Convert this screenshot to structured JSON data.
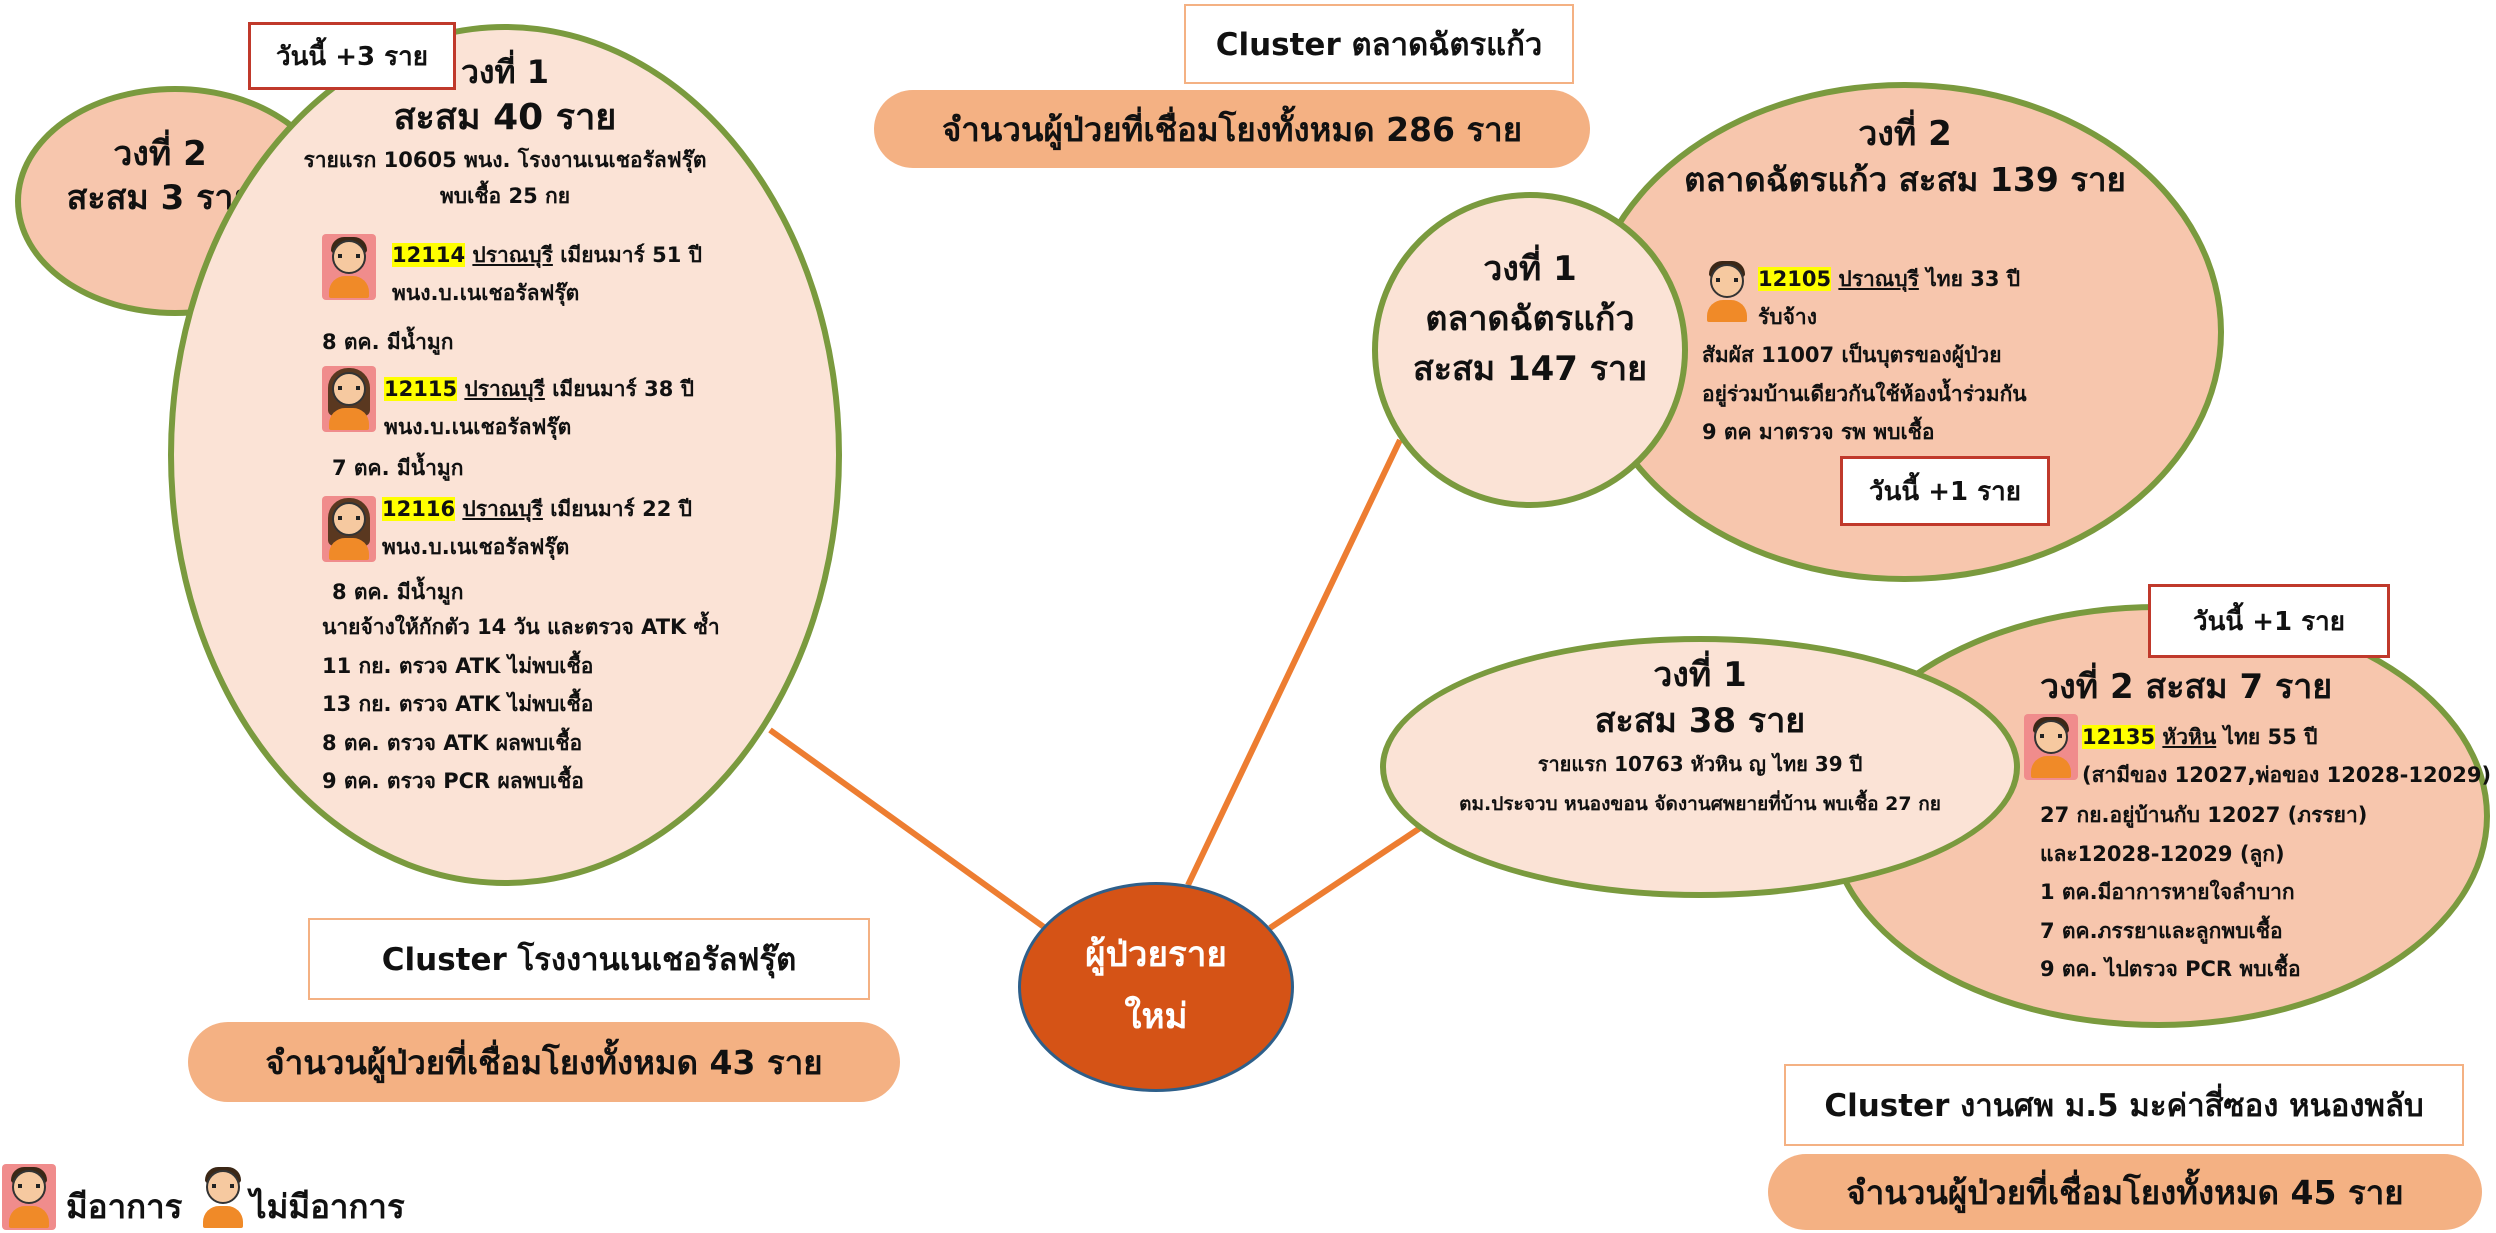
{
  "clusters": {
    "left": {
      "title": "Cluster โรงงานเนเชอรัลฟรุ๊ต",
      "total": "จำนวนผู้ป่วยที่เชื่อมโยงทั้งหมด 43 ราย",
      "ring2": {
        "line1": "วงที่ 2",
        "line2": "สะสม 3 ราย"
      },
      "today": "วันนี้ +3 ราย",
      "ring1": {
        "line1": "วงที่ 1",
        "line2": "สะสม 40 ราย",
        "first1": "รายแรก 10605 พนง. โรงงานเนเชอรัลฟรุ๊ต",
        "first2": "พบเชื้อ 25 กย",
        "p1": {
          "id": "12114",
          "place": "ปราณบุรี",
          "rest": "เมียนมาร์ 51 ปี",
          "job": "พนง.บ.เนเชอรัลฟรุ๊ต",
          "note": "8 ตค. มีน้ำมูก"
        },
        "p2": {
          "id": "12115",
          "place": "ปราณบุรี",
          "rest": "เมียนมาร์ 38 ปี",
          "job": "พนง.บ.เนเชอรัลฟรุ๊ต",
          "note": "7 ตค. มีน้ำมูก"
        },
        "p3": {
          "id": "12116",
          "place": "ปราณบุรี",
          "rest": "เมียนมาร์ 22 ปี",
          "job": "พนง.บ.เนเชอรัลฟรุ๊ต",
          "note": "8 ตค. มีน้ำมูก"
        },
        "notes": [
          "นายจ้างให้กักตัว 14 วัน และตรวจ ATK ซ้ำ",
          "11 กย. ตรวจ ATK ไม่พบเชื้อ",
          "13 กย. ตรวจ ATK ไม่พบเชื้อ",
          "8 ตค. ตรวจ ATK ผลพบเชื้อ",
          "9 ตค. ตรวจ PCR ผลพบเชื้อ"
        ]
      }
    },
    "market": {
      "title": "Cluster ตลาดฉัตรแก้ว",
      "total": "จำนวนผู้ป่วยที่เชื่อมโยงทั้งหมด 286 ราย",
      "ring1": {
        "line1": "วงที่ 1",
        "line2": "ตลาดฉัตรแก้ว",
        "line3": "สะสม 147 ราย"
      },
      "ring2": {
        "line1": "วงที่ 2",
        "line2": "ตลาดฉัตรแก้ว สะสม 139 ราย",
        "p1": {
          "id": "12105",
          "place": "ปราณบุรี",
          "rest": "ไทย 33 ปี",
          "job": "รับจ้าง"
        },
        "notes": [
          "สัมผัส 11007 เป็นบุตรของผู้ป่วย",
          "อยู่ร่วมบ้านเดียวกันใช้ห้องน้ำร่วมกัน",
          "9 ตค มาตรวจ รพ พบเชื้อ"
        ]
      },
      "today": "วันนี้ +1 ราย"
    },
    "funeral": {
      "title": "Cluster งานศพ ม.5 มะค่าสี่ซอง หนองพลับ",
      "total": "จำนวนผู้ป่วยที่เชื่อมโยงทั้งหมด 45 ราย",
      "ring1": {
        "line1": "วงที่ 1",
        "line2": "สะสม 38 ราย",
        "first1": "รายแรก 10763 หัวหิน ญ ไทย 39 ปี",
        "first2": "ตม.ประจวบ หนองขอน จัดงานศพยายที่บ้าน พบเชื้อ 27 กย"
      },
      "ring2": {
        "line1": "วงที่ 2 สะสม 7 ราย",
        "p1": {
          "id": "12135",
          "place": "หัวหิน",
          "rest": "ไทย 55 ปี",
          "rel": "(สามีของ 12027,พ่อของ 12028-12029)"
        },
        "notes": [
          "27 กย.อยู่บ้านกับ 12027 (ภรรยา)",
          "และ12028-12029 (ลูก)",
          "1 ตค.มีอาการหายใจลำบาก",
          "7 ตค.ภรรยาและลูกพบเชื้อ",
          "9 ตค. ไปตรวจ PCR พบเชื้อ"
        ]
      },
      "today": "วันนี้ +1 ราย"
    }
  },
  "center": {
    "line1": "ผู้ป่วยราย",
    "line2": "ใหม่"
  },
  "legend": {
    "symptomatic": "มีอาการ",
    "asymptomatic": "ไม่มีอาการ"
  },
  "colors": {
    "ring_border": "#7a9a3e",
    "light_fill": "#fbe3d6",
    "mid_fill": "#f7c6ad",
    "pill": "#f4b183",
    "center": "#d55316",
    "connector": "#ed7d31",
    "highlight": "#ffff00"
  }
}
